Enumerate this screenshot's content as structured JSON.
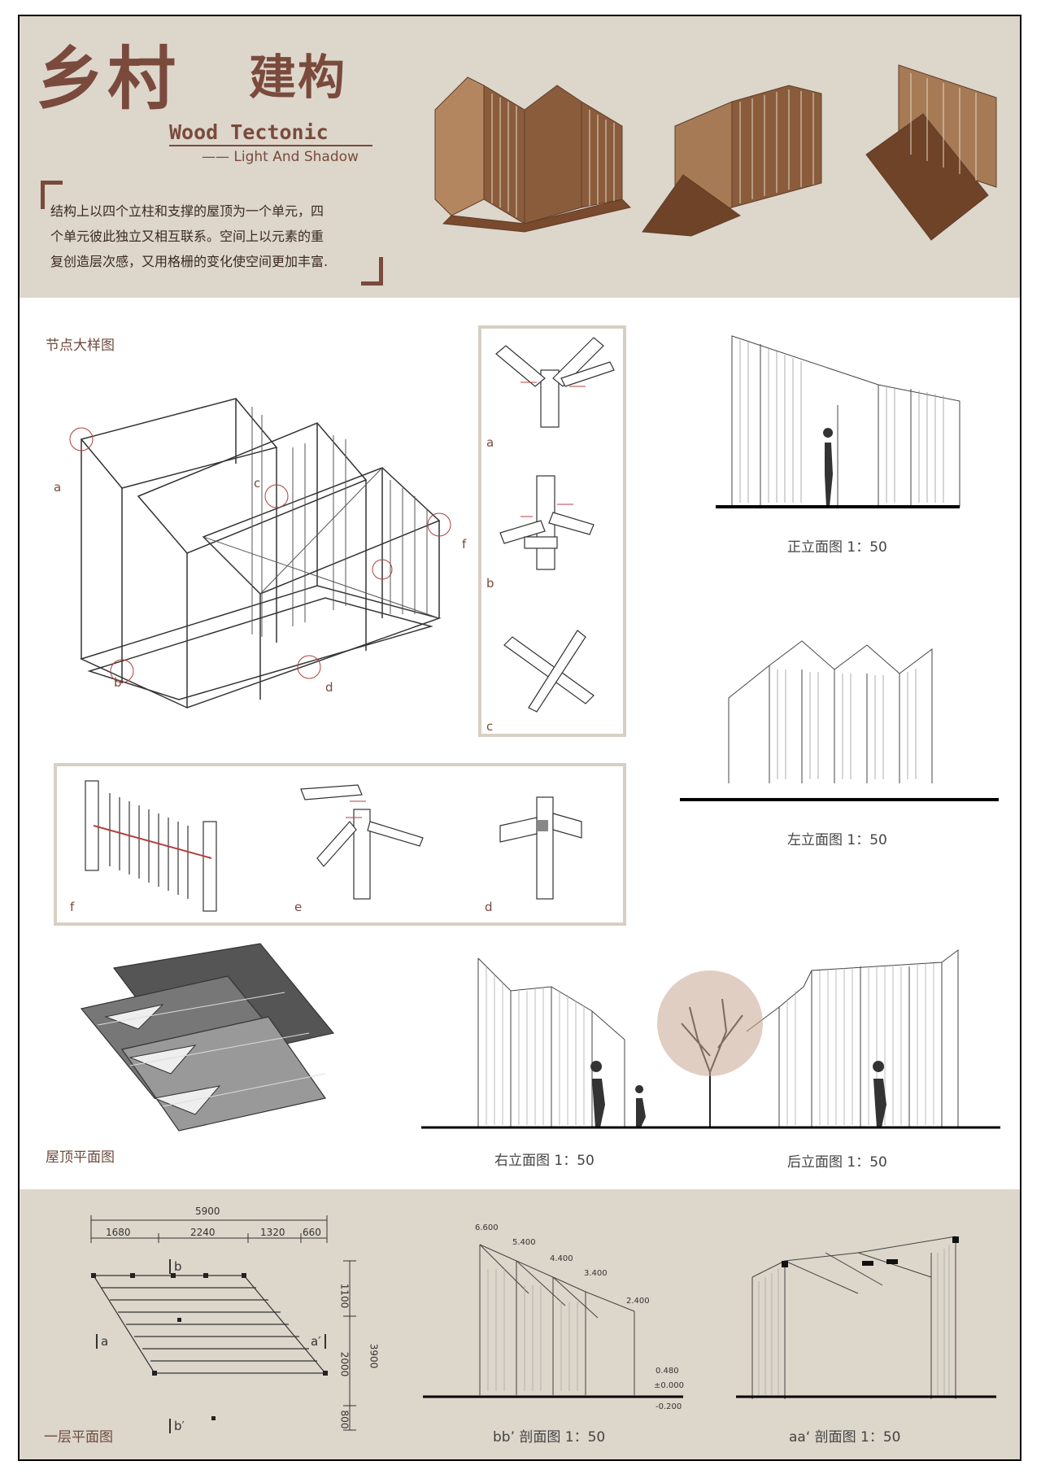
{
  "header": {
    "title_main": "乡村",
    "title_sub": "建构",
    "title_en": "Wood Tectonic",
    "subtitle_en": "—— Light And Shadow",
    "description_lines": [
      "结构上以四个立柱和支撑的屋顶为一个单元，四",
      "个单元彼此独立又相互联系。空间上以元素的重",
      "复创造层次感，又用格栅的变化使空间更加丰富."
    ]
  },
  "sections": {
    "node_detail": "节点大样图",
    "roof_plan": "屋顶平面图",
    "floor_plan": "一层平面图"
  },
  "node_labels": {
    "a": "a",
    "b": "b",
    "c": "c",
    "d": "d",
    "e": "e",
    "f": "f"
  },
  "captions": {
    "front": "正立面图 1：50",
    "left": "左立面图 1：50",
    "right": "右立面图 1：50",
    "back": "后立面图 1：50",
    "section_bb": "bb’ 剖面图 1：50",
    "section_aa": "aa‘ 剖面图 1：50"
  },
  "floor_plan_dims": {
    "total": "5900",
    "segments": [
      "1680",
      "2240",
      "1320",
      "660"
    ],
    "vertical": [
      "1100",
      "2000",
      "800"
    ],
    "vertical_total": "3900",
    "section_marks": [
      "b",
      "a",
      "a′",
      "b′"
    ]
  },
  "section_levels": [
    "6.600",
    "5.400",
    "4.400",
    "3.400",
    "2.400",
    "0.480",
    "±0.000",
    "-0.200"
  ],
  "colors": {
    "band": "#ddd6cb",
    "brown": "#7a4a3d",
    "wood": "#8a5c3c"
  }
}
